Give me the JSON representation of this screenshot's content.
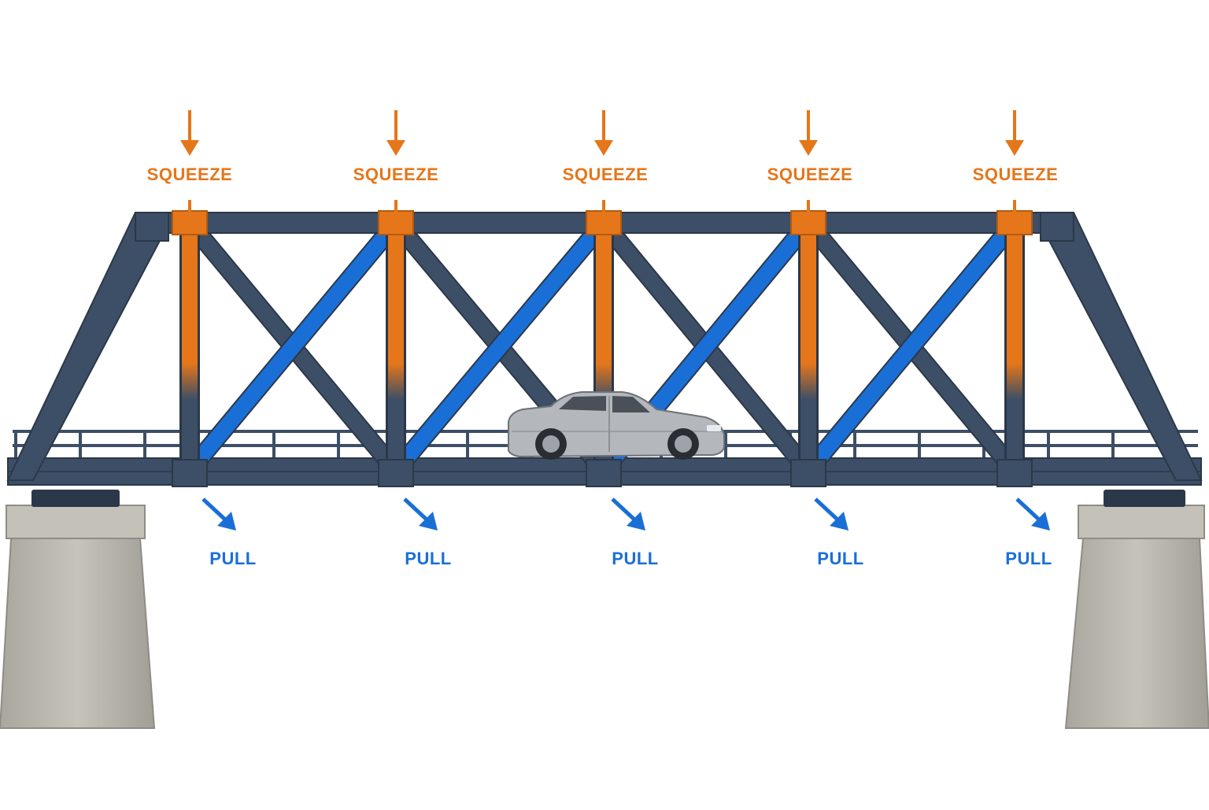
{
  "colors": {
    "compression": "#e5761a",
    "tension": "#1a6fd6",
    "steel": "#3d4f66",
    "steel_dark": "#2b3849",
    "concrete": "#b9b6ae",
    "car": "#b4b8bd"
  },
  "squeeze_labels": [
    "SQUEEZE",
    "SQUEEZE",
    "SQUEEZE",
    "SQUEEZE",
    "SQUEEZE"
  ],
  "pull_labels": [
    "PULL",
    "PULL",
    "PULL",
    "PULL",
    "PULL"
  ],
  "icons": {
    "compression_arrow": "arrow-down-icon",
    "tension_arrow": "arrow-down-right-icon"
  }
}
